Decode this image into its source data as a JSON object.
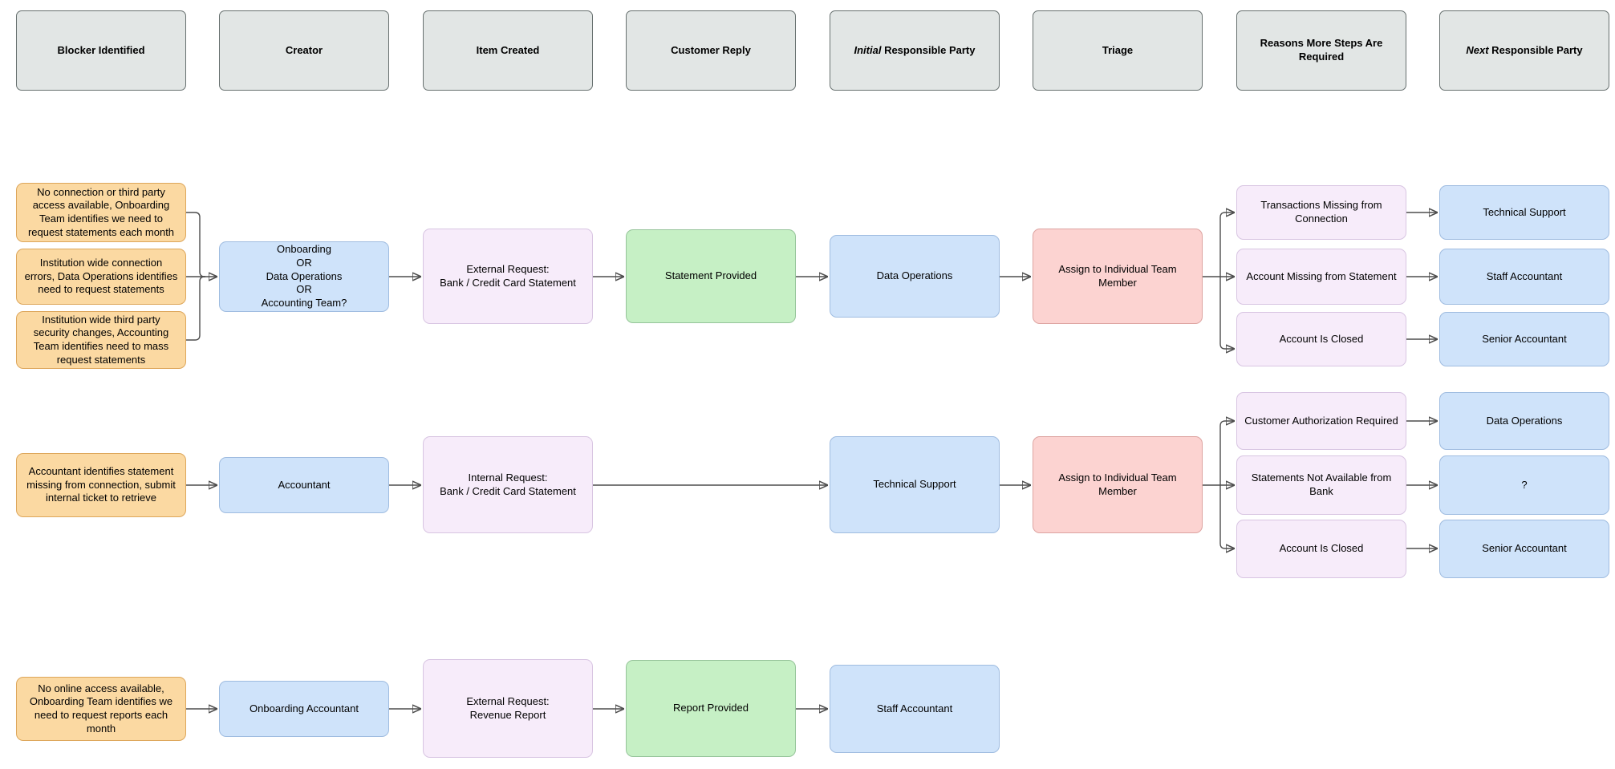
{
  "palette": {
    "canvas": {
      "background": "#ffffff"
    },
    "header": {
      "fill": "#e2e6e5",
      "border": "#67706f"
    },
    "orange": {
      "fill": "#fbd9a2",
      "border": "#dda65a"
    },
    "blue": {
      "fill": "#cfe3fa",
      "border": "#9fbce0"
    },
    "lavender": {
      "fill": "#f7ecfa",
      "border": "#d8c5e2"
    },
    "green": {
      "fill": "#c6f0c5",
      "border": "#96c49a"
    },
    "pink": {
      "fill": "#fcd3d1",
      "border": "#dda4a1"
    },
    "line": {
      "color": "#4d4d4d"
    }
  },
  "headers": [
    {
      "em": "",
      "text": "Blocker Identified"
    },
    {
      "em": "",
      "text": "Creator"
    },
    {
      "em": "",
      "text": "Item Created"
    },
    {
      "em": "",
      "text": "Customer Reply"
    },
    {
      "em": "Initial",
      "text": " Responsible Party"
    },
    {
      "em": "",
      "text": "Triage"
    },
    {
      "em": "",
      "text": "Reasons More Steps Are Required"
    },
    {
      "em": "Next",
      "text": " Responsible Party"
    }
  ],
  "flows": {
    "row1": {
      "sources": [
        "No connection or third party\naccess available, Onboarding\nTeam identifies we need to\nrequest statements each month",
        "Institution wide connection\nerrors, Data Operations identifies\nneed to request statements",
        "Institution wide third party\nsecurity changes, Accounting\nTeam identifies need to mass\nrequest statements"
      ],
      "creator": "Onboarding\nOR\nData Operations\nOR\nAccounting Team?",
      "item_created": "External Request:\nBank / Credit Card Statement",
      "customer_reply": "Statement Provided",
      "initial_responsible_party": "Data Operations",
      "triage": "Assign to Individual Team\nMember",
      "reasons": [
        "Transactions Missing from\nConnection",
        "Account Missing from Statement",
        "Account Is Closed"
      ],
      "next_responsible_parties": [
        "Technical Support",
        "Staff Accountant",
        "Senior Accountant"
      ]
    },
    "row2": {
      "sources": [
        "Accountant identifies statement\nmissing from connection, submit\ninternal ticket to retrieve"
      ],
      "creator": "Accountant",
      "item_created": "Internal Request:\nBank / Credit Card Statement",
      "initial_responsible_party": "Technical Support",
      "triage": "Assign to Individual Team\nMember",
      "reasons": [
        "Customer Authorization Required",
        "Statements Not Available from\nBank",
        "Account Is Closed"
      ],
      "next_responsible_parties": [
        "Data Operations",
        "?",
        "Senior Accountant"
      ]
    },
    "row3": {
      "sources": [
        "No online access available,\nOnboarding Team identifies we\nneed to request reports each\nmonth"
      ],
      "creator": "Onboarding Accountant",
      "item_created": "External Request:\nRevenue Report",
      "customer_reply": "Report Provided",
      "initial_responsible_party": "Staff Accountant"
    }
  }
}
